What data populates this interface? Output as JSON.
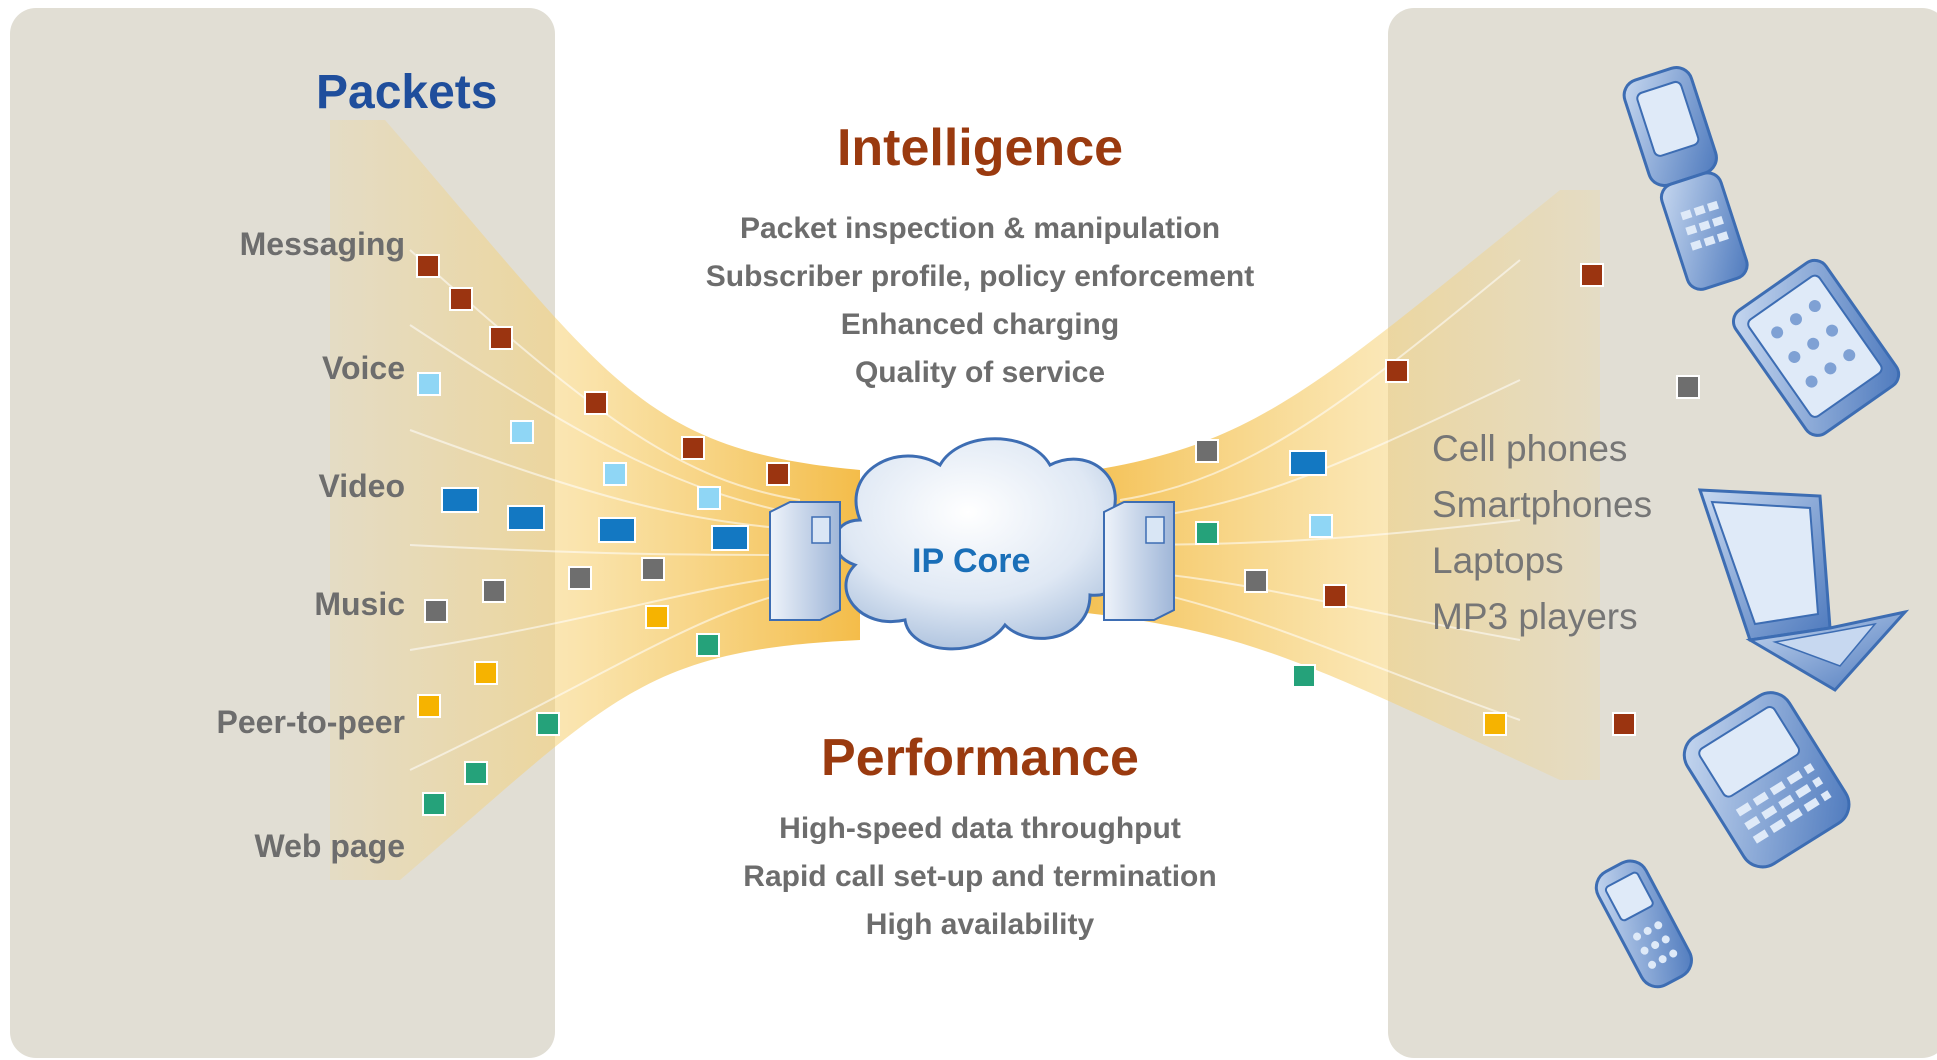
{
  "packets": {
    "title": "Packets",
    "items": [
      {
        "label": "Messaging"
      },
      {
        "label": "Voice"
      },
      {
        "label": "Video"
      },
      {
        "label": "Music"
      },
      {
        "label": "Peer-to-peer"
      },
      {
        "label": "Web page"
      }
    ]
  },
  "intelligence": {
    "title": "Intelligence",
    "items": [
      "Packet inspection & manipulation",
      "Subscriber profile, policy enforcement",
      "Enhanced charging",
      "Quality of service"
    ]
  },
  "performance": {
    "title": "Performance",
    "items": [
      "High-speed data throughput",
      "Rapid call set-up and termination",
      "High availability"
    ]
  },
  "core": {
    "label": "IP Core"
  },
  "devices": {
    "items": [
      "Cell phones",
      "Smartphones",
      "Laptops",
      "MP3 players"
    ],
    "icons": [
      "flip-phone-icon",
      "pda-phone-icon",
      "laptop-icon",
      "smartphone-icon",
      "mobile-phone-icon"
    ]
  },
  "colors": {
    "panel": "#e1ded4",
    "beam": "#f5c75a",
    "messaging": "#9b3410",
    "voice": "#8fd6f5",
    "video": "#1378c2",
    "music": "#6e6e6e",
    "p2p": "#f6b300",
    "web": "#25a27a",
    "device": "#5b86c6"
  }
}
